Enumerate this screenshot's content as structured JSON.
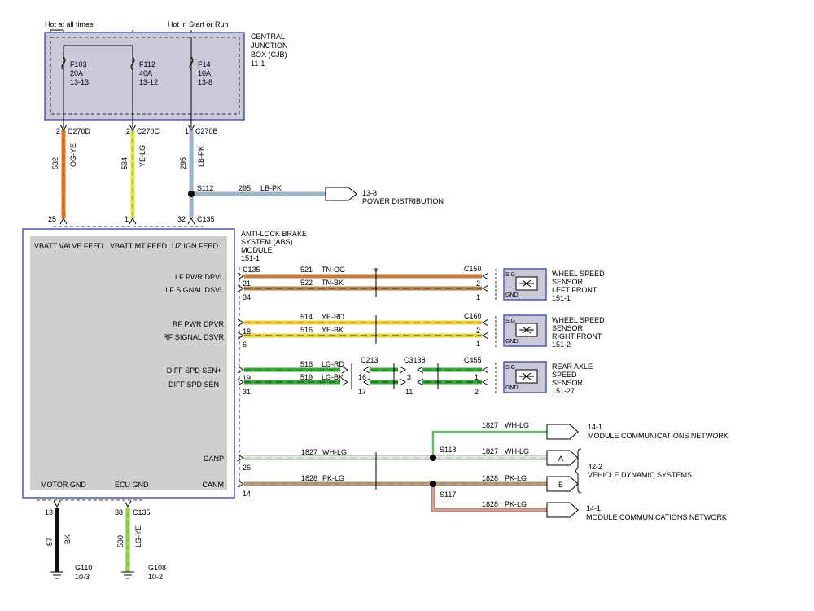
{
  "header": {
    "hot_always": "Hot at all times",
    "hot_start_run": "Hot in Start or Run"
  },
  "cjb": {
    "title": [
      "CENTRAL",
      "JUNCTION",
      "BOX (CJB)",
      "11-1"
    ],
    "fuses": [
      {
        "id": "F103",
        "rating": "20A",
        "ref": "13-13"
      },
      {
        "id": "F112",
        "rating": "40A",
        "ref": "13-12"
      },
      {
        "id": "F14",
        "rating": "10A",
        "ref": "13-8"
      }
    ]
  },
  "feeds": [
    {
      "pin_top": "2",
      "conn_top": "C270D",
      "circuit": "532",
      "color_code": "OG-YE",
      "pin_bottom": "25",
      "color": "#e8731e",
      "stripe": "#e8c23a"
    },
    {
      "pin_top": "2",
      "conn_top": "C270C",
      "circuit": "534",
      "color_code": "YE-LG",
      "pin_bottom": "1",
      "color": "#e0e23a",
      "stripe": "#7cc83a"
    },
    {
      "pin_top": "1",
      "conn_top": "C270B",
      "circuit": "295",
      "color_code": "LB-PK",
      "pin_bottom": "32",
      "conn_bottom": "C135",
      "color": "#8fb6cc",
      "stripe": "#e6a3b0"
    }
  ],
  "splice_s112": {
    "name": "S112",
    "circuit": "295",
    "color_code": "LB-PK",
    "dest_ref": "13-8",
    "dest_name": "POWER DISTRIBUTION"
  },
  "abs_module": {
    "title": [
      "ANTI-LOCK BRAKE",
      "SYSTEM (ABS)",
      "MODULE",
      "151-1"
    ],
    "top_pins": [
      "VBATT VALVE FEED",
      "VBATT MT FEED",
      "UZ IGN FEED"
    ],
    "pins": [
      "LF PWR DPVL",
      "LF SIGNAL DSVL",
      "RF PWR DPVR",
      "RF SIGNAL DSVR",
      "DIFF SPD SEN+",
      "DIFF SPD SEN-",
      "CANP",
      "CANM"
    ],
    "bottom_pins": [
      "MOTOR GND",
      "ECU GND"
    ]
  },
  "wheel_circuits": [
    {
      "conn_module": "C135",
      "conn_sensor": "C150",
      "wires": [
        {
          "pin_module": "",
          "circuit": "521",
          "color_code": "TN-OG",
          "pin_sensor": "2",
          "color": "#b5824a",
          "stripe": "#e8731e"
        },
        {
          "pin_module": "21",
          "circuit": "522",
          "color_code": "TN-BK",
          "pin_sensor": "2",
          "color": "#b5824a",
          "stripe": "#3a2b1a"
        }
      ],
      "pin_bottom_module": "34",
      "pin_bottom_sensor": "1"
    },
    {
      "conn_module": "",
      "conn_sensor": "C160",
      "wires": [
        {
          "pin_module": "",
          "circuit": "514",
          "color_code": "YE-RD",
          "pin_sensor": "2",
          "color": "#e8d23a",
          "stripe": "#e05a3a"
        },
        {
          "pin_module": "18",
          "circuit": "516",
          "color_code": "YE-BK",
          "pin_sensor": "2",
          "color": "#e8d23a",
          "stripe": "#3a3a1a"
        }
      ],
      "pin_bottom_module": "6",
      "pin_bottom_sensor": "1"
    }
  ],
  "axle_circuit": {
    "conns": [
      "C213",
      "C3138",
      "C455"
    ],
    "wires": [
      {
        "pin_module": "",
        "circuit": "518",
        "color_code": "LG-RD",
        "pins": [
          "16",
          "3",
          "1"
        ],
        "color": "#3aa83a",
        "stripe": "#4a9a3a"
      },
      {
        "pin_module": "19",
        "circuit": "519",
        "color_code": "LG-BK",
        "pins": [
          "17",
          "11",
          "2"
        ],
        "color": "#3aa83a",
        "stripe": "#1a3a1a"
      }
    ],
    "pin_bottom_module": "31"
  },
  "sensors": [
    {
      "name": [
        "WHEEL SPEED",
        "SENSOR,",
        "LEFT FRONT",
        "151-1"
      ],
      "sig": "SIG",
      "gnd": "GND"
    },
    {
      "name": [
        "WHEEL SPEED",
        "SENSOR,",
        "RIGHT FRONT",
        "151-2"
      ],
      "sig": "SIG",
      "gnd": "GND"
    },
    {
      "name": [
        "REAR AXLE",
        "SPEED",
        "SENSOR",
        "151-27"
      ],
      "sig": "SIG",
      "gnd": "GND"
    }
  ],
  "can_circuits": [
    {
      "pin_module": "26",
      "circuit": "1827",
      "color_code": "WH-LG",
      "splice": "S118",
      "color": "#e8ece8",
      "stripe": "#9ad09a"
    },
    {
      "pin_module": "14",
      "circuit": "1828",
      "color_code": "PK-LG",
      "splice": "S117",
      "color": "#a89070",
      "stripe": "#c9a89a"
    }
  ],
  "can_branches": [
    {
      "circuit": "1827",
      "color_code": "WH-LG"
    },
    {
      "circuit": "1827",
      "color_code": "WH-LG"
    },
    {
      "circuit": "1828",
      "color_code": "PK-LG"
    },
    {
      "circuit": "1828",
      "color_code": "PK-LG"
    }
  ],
  "can_destinations": {
    "top": {
      "ref": "14-1",
      "name": "MODULE COMMUNICATIONS NETWORK"
    },
    "vds": {
      "ref": "42-2",
      "name": "VEHICLE DYNAMIC SYSTEMS",
      "pins": [
        "A",
        "B"
      ]
    },
    "bottom": {
      "ref": "14-1",
      "name": "MODULE COMMUNICATIONS NETWORK"
    }
  },
  "grounds": [
    {
      "pin": "13",
      "conn": "",
      "circuit": "57",
      "color_code": "BK",
      "ground": "G110",
      "ref": "10-3",
      "color": "#111111"
    },
    {
      "pin": "38",
      "conn": "C135",
      "circuit": "530",
      "color_code": "LG-YE",
      "ground": "G108",
      "ref": "10-2",
      "color": "#7cc83a"
    }
  ]
}
